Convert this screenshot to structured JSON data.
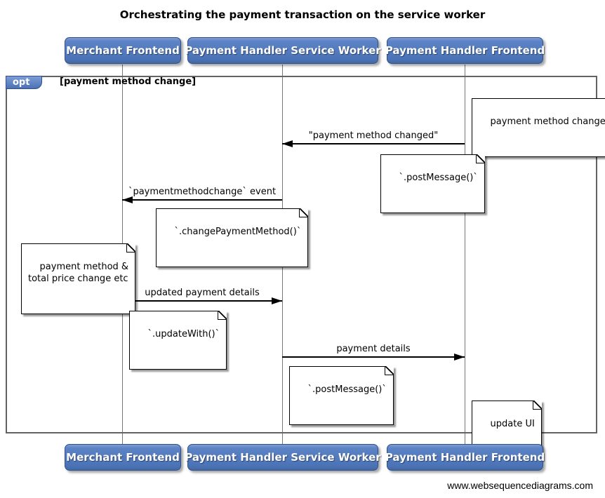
{
  "title": "Orchestrating the payment transaction on the service worker",
  "actors": [
    {
      "label": "Merchant Frontend"
    },
    {
      "label": "Payment Handler Service Worker"
    },
    {
      "label": "Payment Handler Frontend"
    }
  ],
  "fragment": {
    "operator": "opt",
    "condition": "[payment method change]"
  },
  "messages": [
    {
      "label": "\"payment method changed\"",
      "from": "Payment Handler Frontend",
      "to": "Payment Handler Service Worker",
      "direction": "left"
    },
    {
      "label": "`paymentmethodchange` event",
      "from": "Payment Handler Service Worker",
      "to": "Merchant Frontend",
      "direction": "left"
    },
    {
      "label": "updated payment details",
      "from": "Merchant Frontend",
      "to": "Payment Handler Service Worker",
      "direction": "right"
    },
    {
      "label": "payment details",
      "from": "Payment Handler Service Worker",
      "to": "Payment Handler Frontend",
      "direction": "right"
    }
  ],
  "notes": [
    {
      "text": "payment method changed",
      "anchor": "Payment Handler Frontend"
    },
    {
      "text": "`.postMessage()`",
      "anchor": "Payment Handler Frontend"
    },
    {
      "text": "`.changePaymentMethod()`",
      "anchor": "Payment Handler Service Worker"
    },
    {
      "text": "payment method &\ntotal price change etc",
      "anchor": "Merchant Frontend"
    },
    {
      "text": "`.updateWith()`",
      "anchor": "Merchant Frontend"
    },
    {
      "text": "`.postMessage()`",
      "anchor": "Payment Handler Service Worker"
    },
    {
      "text": "update UI",
      "anchor": "Payment Handler Frontend"
    }
  ],
  "footer": "www.websequencediagrams.com",
  "colors": {
    "actor_fill_top": "#7e9cd4",
    "actor_fill_bottom": "#4a72b6",
    "actor_border": "#2f4f8f",
    "actor_text": "#ffffff",
    "frame_border": "#636363",
    "lifeline": "#777777",
    "note_fill": "#ffffff",
    "note_border": "#000000",
    "arrow": "#000000",
    "background": "#ffffff"
  }
}
